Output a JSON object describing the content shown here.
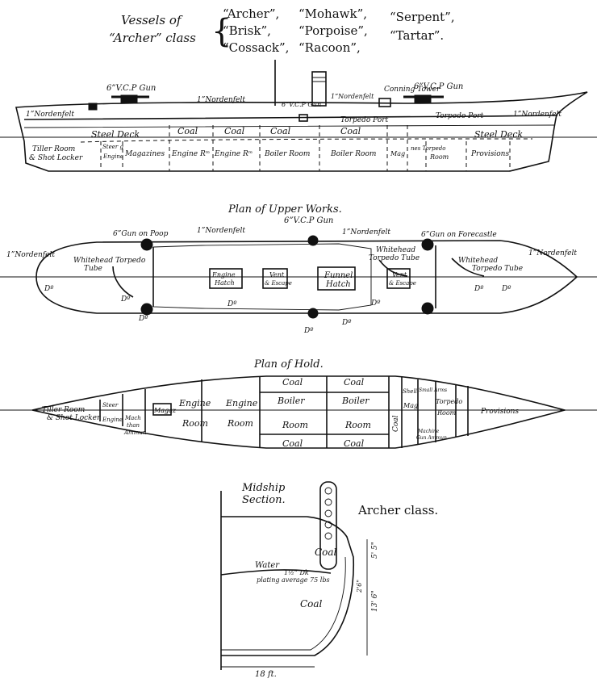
{
  "header": {
    "line1": "Vessels of",
    "line2": "“Archer” class",
    "ships": [
      "“Archer”,",
      "“Mohawk”,",
      "“Serpent”,",
      "“Brisk”,",
      "“Porpoise”,",
      "“Tartar”.",
      "“Cossack”,",
      "“Racoon”,"
    ]
  },
  "profile": {
    "labels": {
      "gun_aft": "6”V.C.P Gun",
      "gun_fwd": "6”V.C.P Gun",
      "gun_mid": "6”V.C.P Gun",
      "nord_aft": "1”Nordenfelt",
      "nord_mid": "1”Nordenfelt",
      "nord_mid2": "1”Nordenfelt",
      "nord_fwd": "1”Nordenfelt",
      "conning": "Conning Tower",
      "torpedo_port_a": "Torpedo Port",
      "torpedo_port_b": "Torpedo Port",
      "steel_deck_a": "Steel Deck",
      "steel_deck_b": "Steel Deck",
      "coal1": "Coal",
      "coal2": "Coal",
      "coal3": "Coal",
      "coal4": "Coal",
      "tiller": "Tiller Room",
      "shot": "& Shot Locker",
      "steer": "Steer g",
      "engine": "Engine",
      "magazines": "Magazines",
      "engine_r1": "Engine Rᵐ",
      "engine_r2": "Engine Rᵐ",
      "boiler_r1": "Boiler Room",
      "boiler_r2": "Boiler Room",
      "mag": "Mag",
      "nes_torpedo": "nes Torpedo",
      "room": "Room",
      "provisions": "Provisions"
    }
  },
  "upper": {
    "title": "Plan of Upper Works.",
    "labels": {
      "gun_poop": "6”Gun on Poop",
      "gun_center": "6”V.C.P Gun",
      "gun_forecastle": "6”Gun on Forecastle",
      "nord1": "1”Nordenfelt",
      "nord2": "1”Nordenfelt",
      "nord3": "1”Nordenfelt",
      "nord4": "1”Nordenfelt",
      "wt_aft_a": "Whitehead Torpedo",
      "wt_aft_b": "Tube",
      "wt_mid_a": "Whitehead",
      "wt_mid_b": "Torpedo Tube",
      "wt_fwd_a": "Whitehead",
      "wt_fwd_b": "Torpedo Tube",
      "engine_hatch_a": "Engine",
      "engine_hatch_b": "Hatch",
      "vent_a": "Vent",
      "vent_b": "& Escape",
      "funnel_hatch_a": "Funnel",
      "funnel_hatch_b": "Hatch",
      "vent2_a": "Vent",
      "vent2_b": "& Escape",
      "do": "Dº"
    }
  },
  "hold": {
    "title": "Plan of Hold.",
    "labels": {
      "tiller": "Tiller Room",
      "shot": "& Shot Locker",
      "steer": "Steer",
      "engine_s": "Engine",
      "mach": "Mach",
      "than": "than",
      "ammun": "Ammun",
      "magaz": "Magaz",
      "engine1": "Engine",
      "room1": "Room",
      "engine2": "Engine",
      "room2": "Room",
      "boiler1": "Boiler",
      "room3": "Room",
      "boiler2": "Boiler",
      "room4": "Room",
      "coal_a": "Coal",
      "coal_b": "Coal",
      "coal_c": "Coal",
      "coal_d": "Coal",
      "coal_vert": "Coal",
      "shell": "Shell",
      "small_arms": "Small Arms",
      "mag": "Mag",
      "torpedo": "Torpedo",
      "room5": "Room",
      "machine": "Machine",
      "gun_ammun": "Gun Ammun",
      "provisions": "Provisions"
    }
  },
  "midship": {
    "title_a": "Midship",
    "title_b": "Section.",
    "class_label": "Archer class.",
    "coal_upper": "Coal",
    "coal_lower": "Coal",
    "water": "Water",
    "plating_a": "1½” Dk",
    "plating_b": "plating average 75 lbs",
    "dim_depth": "13' 6\"",
    "dim_upper": "5' 5\"",
    "dim_small": "2'6\"",
    "dim_width": "18 ft."
  }
}
